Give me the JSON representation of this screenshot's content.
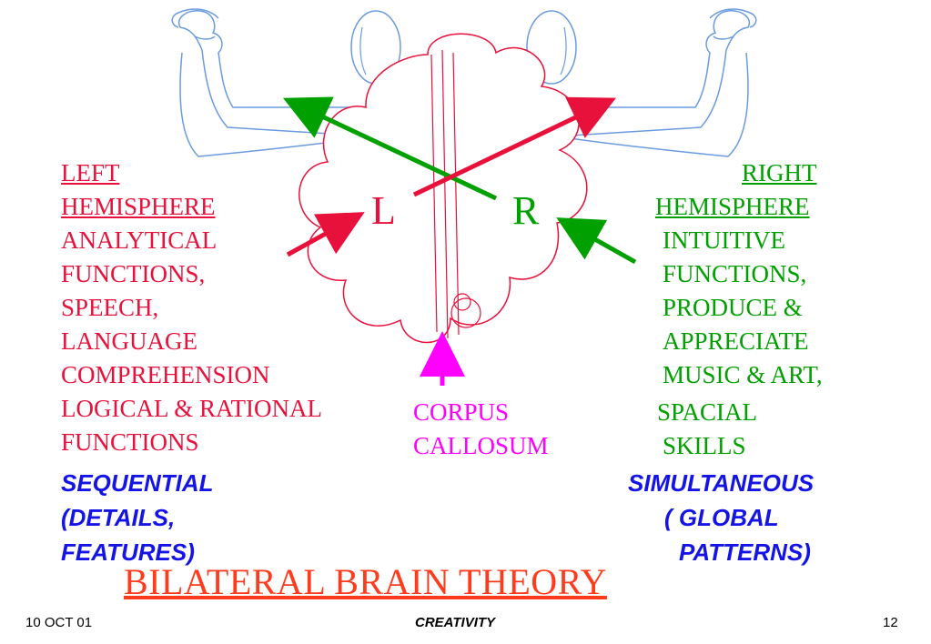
{
  "left": {
    "heading": [
      "LEFT",
      "HEMISPHERE"
    ],
    "functions": [
      "ANALYTICAL",
      "FUNCTIONS,",
      "SPEECH,",
      "LANGUAGE",
      "COMPREHENSION",
      "LOGICAL & RATIONAL",
      "FUNCTIONS"
    ],
    "mode": [
      "SEQUENTIAL",
      "(DETAILS,",
      "FEATURES)"
    ],
    "letter": "L"
  },
  "right": {
    "heading": [
      "RIGHT",
      "HEMISPHERE"
    ],
    "functions": [
      "INTUITIVE",
      "FUNCTIONS,",
      "PRODUCE &",
      "APPRECIATE",
      "MUSIC & ART,",
      "SPACIAL",
      "SKILLS"
    ],
    "mode": [
      "SIMULTANEOUS",
      "( GLOBAL",
      "PATTERNS)"
    ],
    "letter": "R"
  },
  "corpus": [
    "CORPUS",
    "CALLOSUM"
  ],
  "title": "BILATERAL  BRAIN  THEORY",
  "footer": {
    "date": "10 OCT 01",
    "center": "CREATIVITY",
    "page": "12"
  },
  "colors": {
    "left": "#e8113b",
    "right": "#00a000",
    "corpus": "#ff00ff",
    "mode": "#1414e6",
    "title": "#ff3b1e",
    "body_outline": "#6a9be0"
  }
}
